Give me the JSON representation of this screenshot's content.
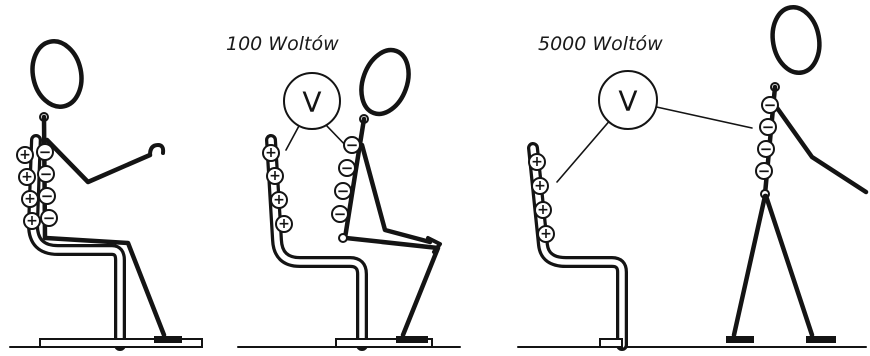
{
  "captions": {
    "panel2": "100 Woltów",
    "panel3": "5000 Woltów"
  },
  "meter": {
    "label": "V"
  },
  "symbols": {
    "plus": "+",
    "minus": "−"
  },
  "colors": {
    "ink": "#141414",
    "paper": "#ffffff"
  }
}
